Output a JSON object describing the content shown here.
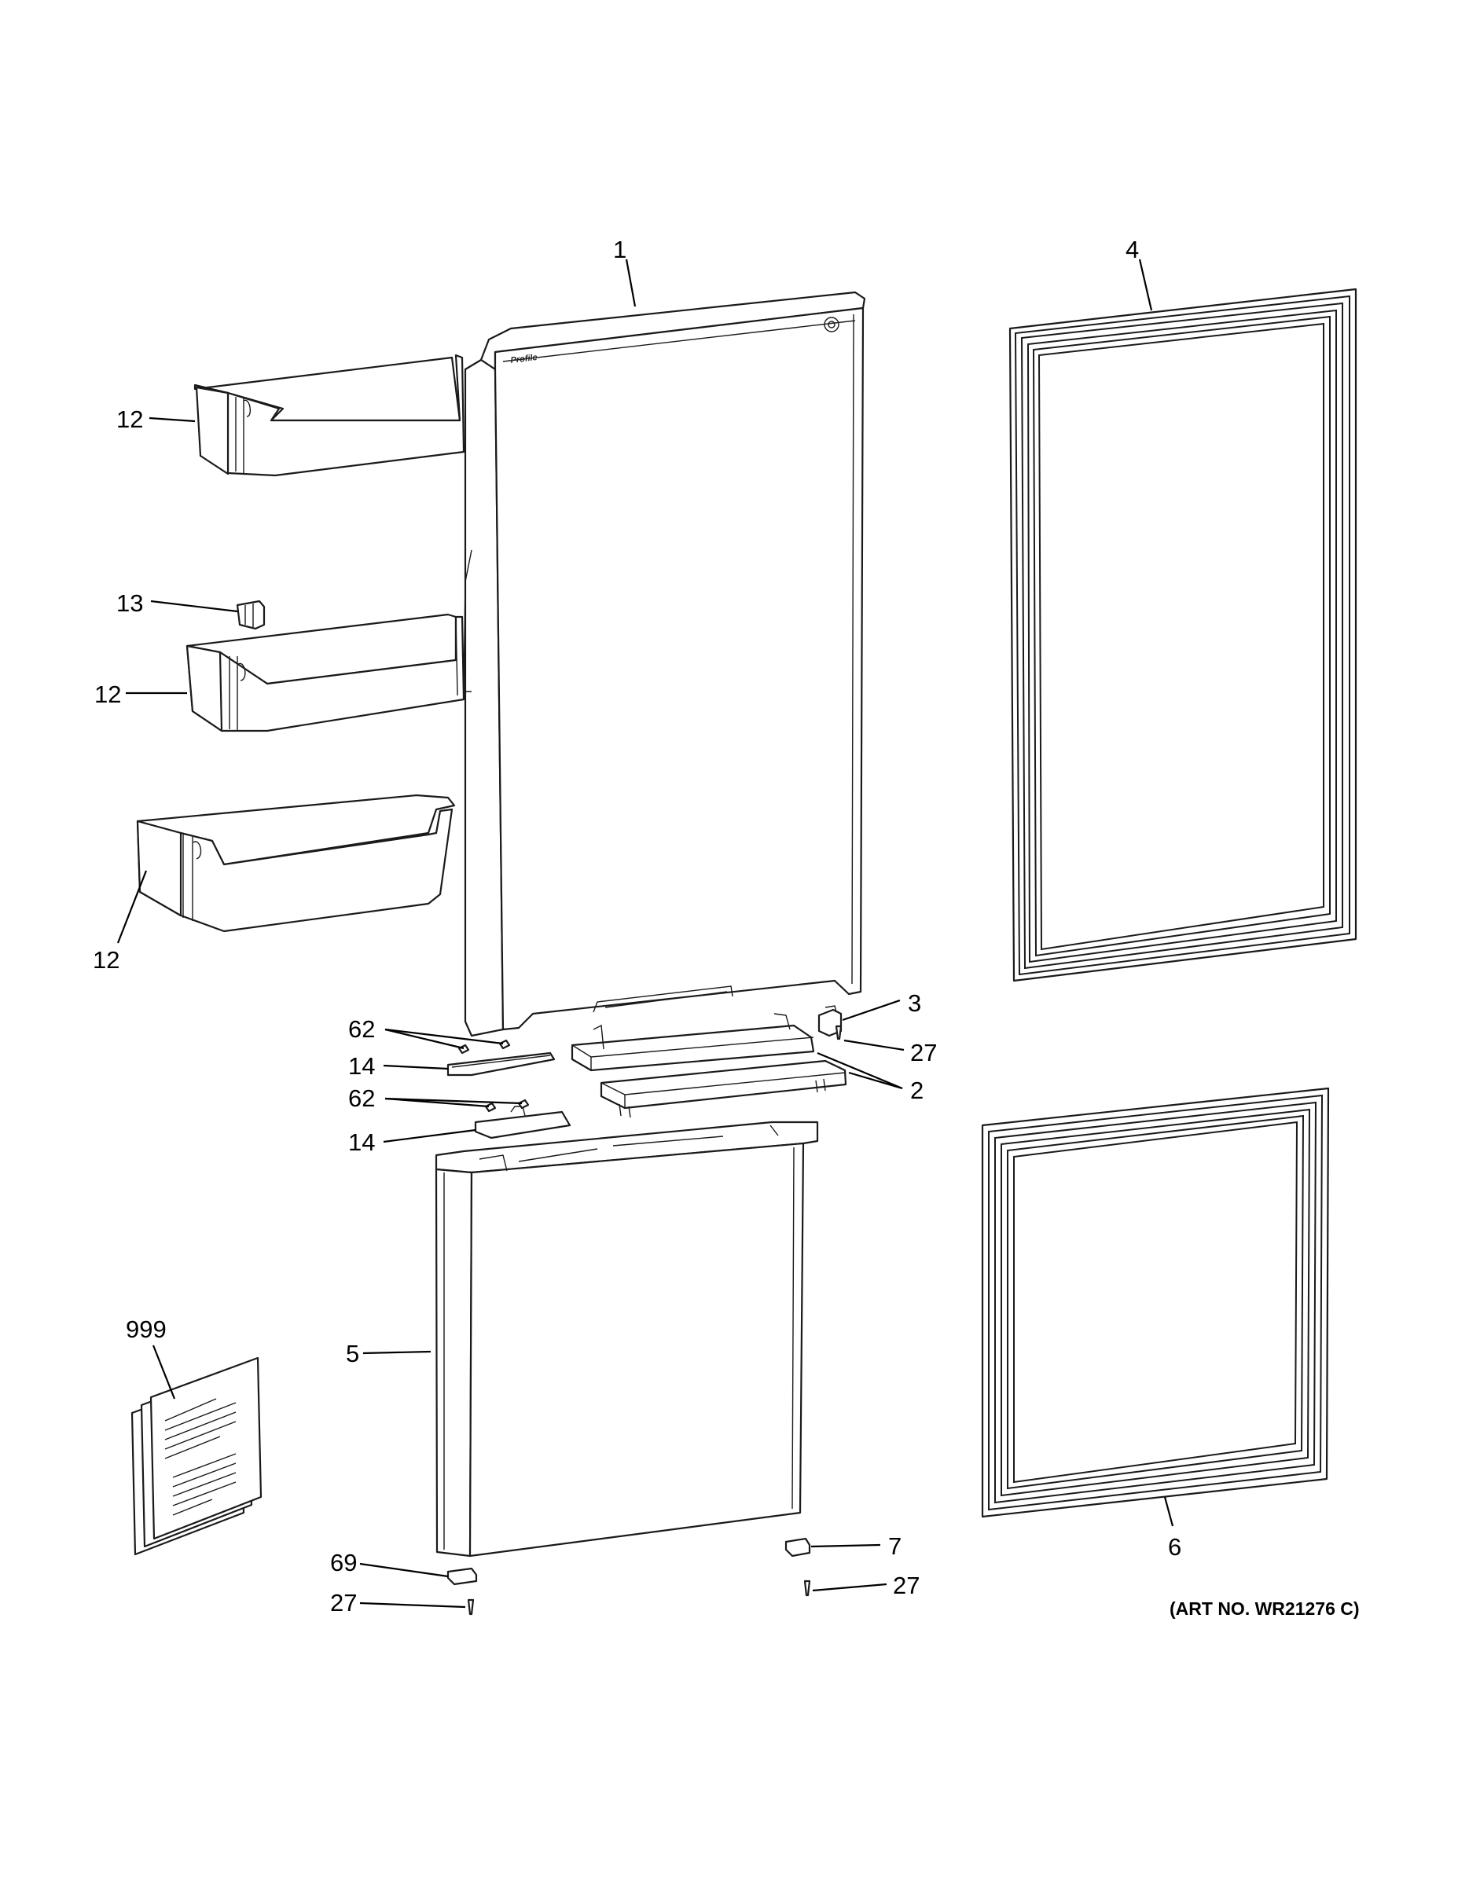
{
  "diagram": {
    "brand_mark": "Profile",
    "art_number": "(ART NO. WR21276 C)",
    "callouts": {
      "fresh_food_door": "1",
      "door_cap_pair": "2",
      "hinge_bushing": "3",
      "fresh_food_gasket": "4",
      "freezer_door": "5",
      "freezer_gasket": "6",
      "bottom_hinge_pin": "7",
      "bin_upper": "12",
      "bin_middle": "12",
      "bin_lower": "12",
      "bin_stopper": "13",
      "handle_bracket_upper": "14",
      "handle_bracket_lower": "14",
      "screw_right_top": "27",
      "screw_right_bottom": "27",
      "screw_left_bottom": "27",
      "screws_upper": "62",
      "screws_lower": "62",
      "door_stop": "69",
      "literature": "999"
    },
    "colors": {
      "line": "#1a1a1a",
      "background": "#ffffff"
    }
  }
}
